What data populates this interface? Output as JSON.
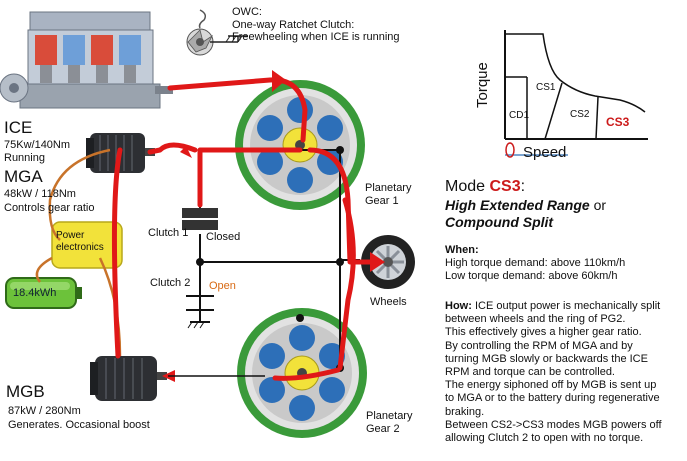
{
  "owc": {
    "line1": "OWC:",
    "line2": "One-way Ratchet Clutch:",
    "line3": "Freewheeling when ICE is running"
  },
  "ice": {
    "title": "ICE",
    "spec": "75Kw/140Nm",
    "status": "Running"
  },
  "mga": {
    "title": "MGA",
    "spec": "48kW / 118Nm",
    "desc": "Controls gear ratio"
  },
  "power_electronics": {
    "line1": "Power",
    "line2": "electronics"
  },
  "battery": {
    "label": "18.4kWh"
  },
  "clutch1": {
    "label": "Clutch 1",
    "state": "Closed"
  },
  "clutch2": {
    "label": "Clutch 2",
    "state": "Open"
  },
  "mgb": {
    "title": "MGB",
    "spec": "87kW / 280Nm",
    "desc": "Generates. Occasional boost"
  },
  "planetary1": {
    "line1": "Planetary",
    "line2": "Gear 1"
  },
  "planetary2": {
    "line1": "Planetary",
    "line2": "Gear 2"
  },
  "wheels": {
    "label": "Wheels"
  },
  "torque_chart": {
    "ylabel": "Torque",
    "xlabel": "Speed",
    "regions": [
      "CD1",
      "CS1",
      "CS2",
      "CS3"
    ]
  },
  "mode": {
    "prefix": "Mode ",
    "name": "CS3",
    "suffix": ":",
    "line2a": "High Extended Range",
    "line2b": " or",
    "line3": "Compound Split"
  },
  "when": {
    "heading": "When:",
    "line1": "High torque demand: above 110km/h",
    "line2": "Low torque demand: above 60km/h"
  },
  "how": {
    "heading": "How:",
    "lines": [
      " ICE output power is mechanically split",
      " between wheels and the ring of PG2.",
      "This effectively gives a higher gear ratio.",
      "By controlling the RPM of MGA and by",
      " turning MGB slowly or backwards the ICE",
      " RPM and torque can be controlled.",
      "The energy siphoned off by MGB is sent up",
      " to MGA or to the battery during regenerative",
      " braking.",
      "Between CS2->CS3 modes MGB powers off",
      " allowing Clutch 2 to open with no torque."
    ]
  },
  "colors": {
    "power_flow": "#e01818",
    "accent_text": "#cc1b1b",
    "open_text": "#d86a14",
    "gear_ring": "#3a9a3a",
    "gear_planet": "#2d6fb8",
    "gear_sun": "#f2e23a",
    "electric_wire": "#c8732a",
    "battery": "#6cc23a",
    "power_box": "#f2e23a"
  }
}
